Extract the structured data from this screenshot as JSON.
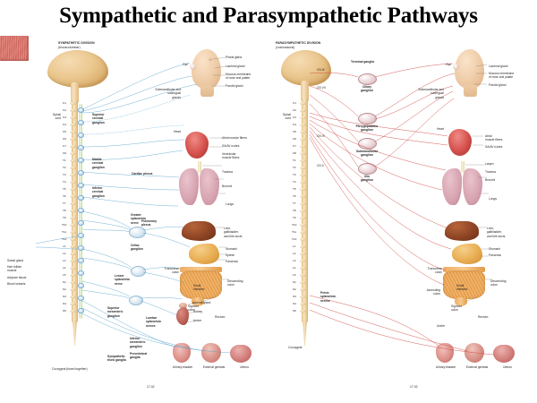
{
  "title": "Sympathetic and Parasympathetic Pathways",
  "figure_number": "17.02",
  "colors": {
    "sympathetic_line": "#4e9ec9",
    "parasympathetic_line": "#cf4b46",
    "text": "#231f20",
    "background": "#ffffff"
  },
  "sympathetic": {
    "heading": "SYMPATHETIC DIVISION",
    "subheading": "(thoracolumbar)",
    "cord_label": "Spinal\ncord",
    "spinal_levels": [
      "C1",
      "C2",
      "C3",
      "C4",
      "C5",
      "C6",
      "C7",
      "C8",
      "T1",
      "T2",
      "T3",
      "T4",
      "T5",
      "T6",
      "T7",
      "T8",
      "T9",
      "T10",
      "T11",
      "T12",
      "L1",
      "L2",
      "L3",
      "L4",
      "L5",
      "S1",
      "S2",
      "S3",
      "S4",
      "S5"
    ],
    "coccygeal_label": "Coccygeal (fused together)",
    "ganglia": [
      "Superior\ncervical\nganglion",
      "Middle\ncervical\nganglion",
      "Inferior\ncervical\nganglion",
      "Celiac\nganglion",
      "Superior\nmesenteric\nganglion",
      "Inferior\nmesenteric\nganglion"
    ],
    "nerves": [
      "Greater\nsplanchnic\nnerve",
      "Lesser\nsplanchnic\nnerve",
      "Lumbar\nsplanchnic\nnerves"
    ],
    "plexuses": [
      "Cardiac plexus",
      "Pulmonary\nplexus"
    ],
    "trunk_label": "Sympathetic\ntrunk ganglia",
    "prevertebral_label": "Prevertebral\nganglia",
    "skin_targets": [
      "Sweat gland",
      "Hair follicle\nmuscle",
      "Adipose tissue",
      "Blood vessels"
    ],
    "targets": [
      "Pineal gland",
      "Lacrimal gland",
      "Mucous membrane\nof nose and palate",
      "Parotid gland",
      "Eye",
      "Submandibular and\nsublingual\nglands",
      "Heart",
      "Atrial muscle fibers",
      "SA/AV nodes",
      "Ventricular\nmuscle fibers",
      "Trachea",
      "Bronchi",
      "Lungs",
      "Liver,\ngallbladder,\nand bile ducts",
      "Stomach",
      "Spleen",
      "Pancreas",
      "Transverse\ncolon",
      "Small\nintestine",
      "Descending\ncolon",
      "Sigmoid\ncolon",
      "Rectum",
      "Adrenal gland",
      "Kidney",
      "Ureter",
      "Urinary bladder",
      "External genitals",
      "Uterus"
    ]
  },
  "parasympathetic": {
    "heading": "PARASYMPATHETIC DIVISION",
    "subheading": "(craniosacral)",
    "cord_label": "Spinal\ncord",
    "spinal_levels": [
      "C1",
      "C2",
      "C3",
      "C4",
      "C5",
      "C6",
      "C7",
      "C8",
      "T1",
      "T2",
      "T3",
      "T4",
      "T5",
      "T6",
      "T7",
      "T8",
      "T9",
      "T10",
      "T11",
      "T12",
      "L1",
      "L2",
      "L3",
      "L4",
      "L5",
      "S1",
      "S2",
      "S3",
      "S4",
      "S5"
    ],
    "coccygeal_label": "Coccygeal",
    "cranial_nerves": [
      "CN III",
      "CN VII",
      "CN IX",
      "CN X"
    ],
    "ganglia": [
      "Terminal ganglia",
      "Ciliary\nganglion",
      "Pterygopalatine\nganglion",
      "Submandibular\nganglion",
      "Otic\nganglion"
    ],
    "nerves": [
      "Pelvic\nsplanchnic\nnerves"
    ],
    "targets": [
      "Eye",
      "Lacrimal gland",
      "Mucous membrane\nof nose and palate",
      "Parotid gland",
      "Submandibular and\nsublingual\nglands",
      "Heart",
      "Atrial\nmuscle fibers",
      "SA/AV nodes",
      "Larynx",
      "Trachea",
      "Bronchi",
      "Lungs",
      "Liver,\ngallbladder,\nand bile ducts",
      "Stomach",
      "Pancreas",
      "Transverse\ncolon",
      "Small\nintestine",
      "Ascending\ncolon",
      "Descending\ncolon",
      "Sigmoid\ncolon",
      "Rectum",
      "Ureter",
      "Urinary bladder",
      "External genitals",
      "Uterus"
    ]
  }
}
